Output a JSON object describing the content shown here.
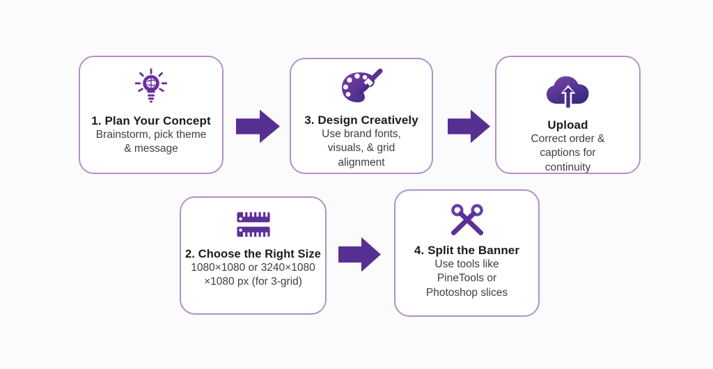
{
  "diagram": {
    "topic": "Banner creation workflow",
    "colors": {
      "arrow": "#562f92",
      "card_border": "#b190c5",
      "card_background": "#ffffff",
      "icon_purple": "#6a2f9d",
      "icon_indigo": "#3b2a7e",
      "title_text": "#1b1b1e",
      "body_text": "#3d3d42",
      "page_background": "#fcfbfc"
    },
    "steps": [
      {
        "icon": "lightbulb-brain-icon",
        "title": "1. Plan Your Concept",
        "lines": [
          "Brainstorm, pick theme",
          "& message"
        ]
      },
      {
        "icon": "palette-brush-icon",
        "title": "3. Design Creatively",
        "lines": [
          "Use brand fonts,",
          "visuals, & grid",
          "alignment"
        ]
      },
      {
        "icon": "cloud-upload-icon",
        "title": "Upload",
        "lines": [
          "Correct order &",
          "captions for",
          "continuity"
        ]
      },
      {
        "icon": "ruler-icon",
        "title": "2. Choose the Right Size",
        "lines": [
          "1080×1080 or 3240×1080",
          "×1080 px (for 3-grid)"
        ]
      },
      {
        "icon": "scissors-icon",
        "title": "4. Split the Banner",
        "lines": [
          "Use tools like",
          "PineTools or",
          "Photoshop slices"
        ]
      }
    ]
  }
}
